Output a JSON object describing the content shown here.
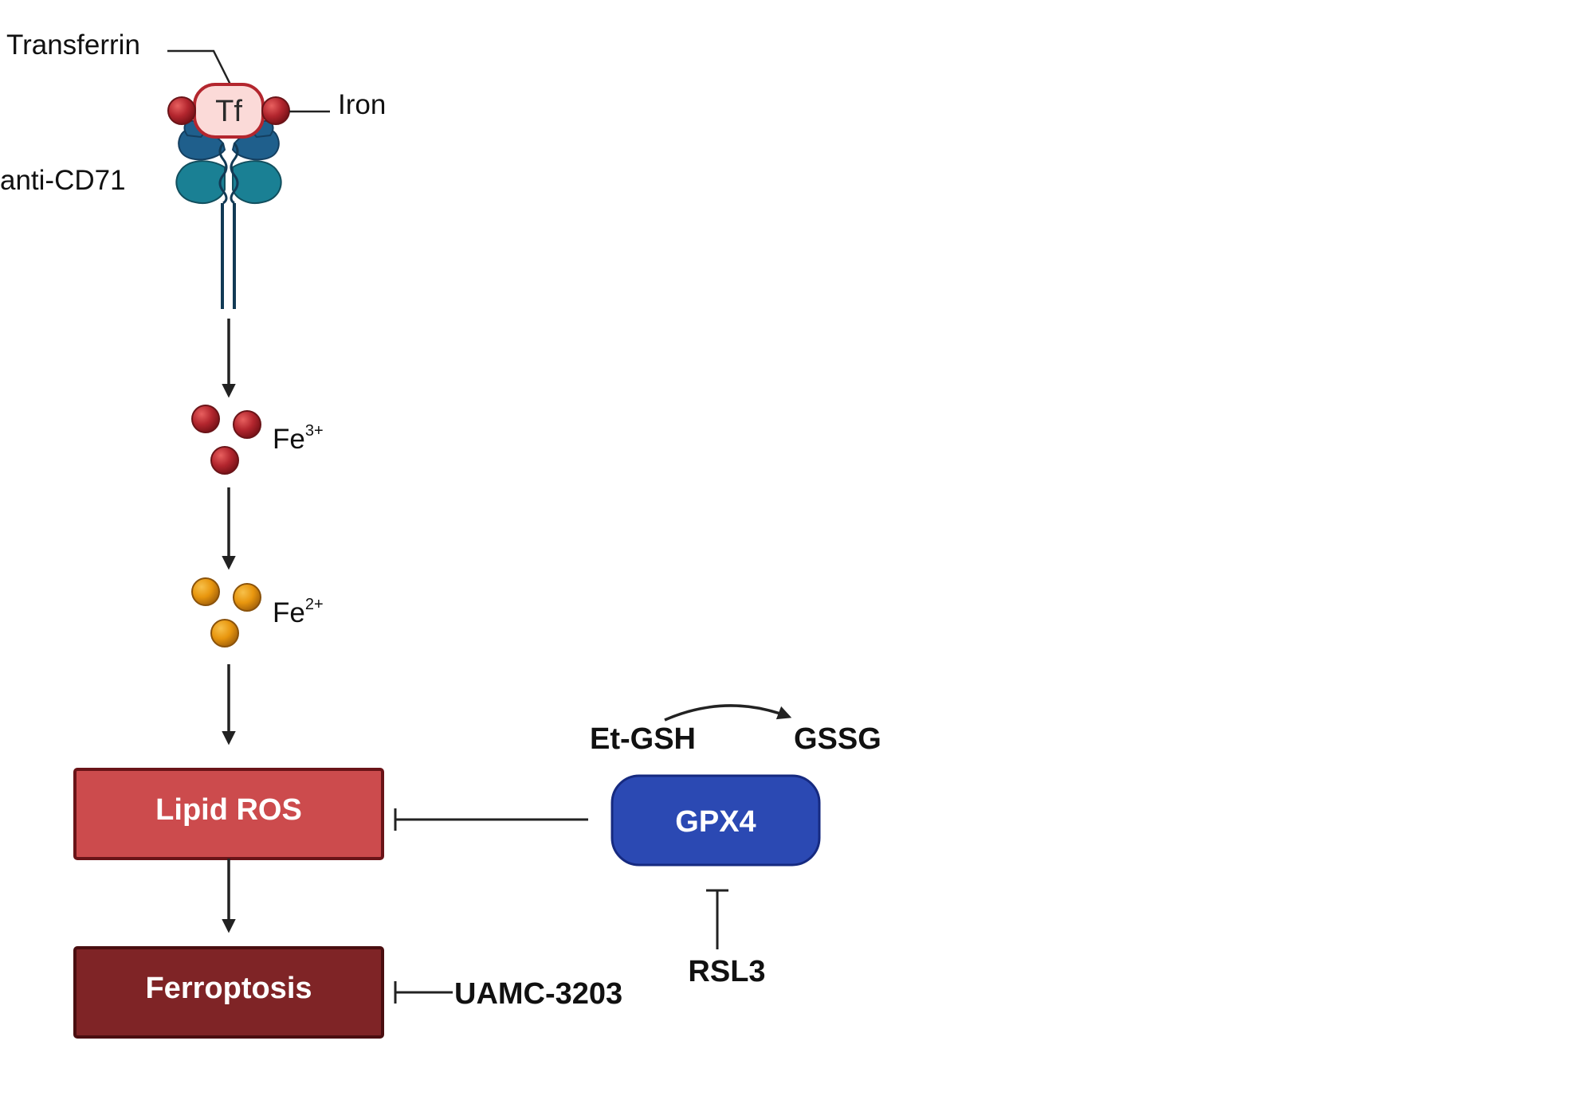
{
  "labels": {
    "transferrin": "Transferrin",
    "tf": "Tf",
    "iron": "Iron",
    "anti_cd71": "anti-CD71",
    "fe3_base": "Fe",
    "fe3_sup": "3+",
    "fe2_base": "Fe",
    "fe2_sup": "2+",
    "lipid_ros": "Lipid ROS",
    "ferroptosis": "Ferroptosis",
    "gpx4": "GPX4",
    "et_gsh": "Et-GSH",
    "gssg": "GSSG",
    "rsl3": "RSL3",
    "uamc": "UAMC-3203"
  },
  "colors": {
    "iron_fe3": "#b3262e",
    "iron_fe2": "#e8960e",
    "tf_fill": "#fbdad8",
    "tf_stroke": "#b3262e",
    "receptor_dark": "#1f5f8c",
    "receptor_light": "#1a8094",
    "receptor_stem": "#123a55",
    "lipid_ros": "#cc4b4d",
    "lipid_ros_border": "#6a1418",
    "ferroptosis": "#7f2426",
    "ferroptosis_border": "#4a0e10",
    "gpx4": "#2b49b3",
    "gpx4_border": "#162a80",
    "arrow": "#222222"
  },
  "icons": {
    "iron": "sphere",
    "receptor": "cd71-receptor-dimer"
  }
}
